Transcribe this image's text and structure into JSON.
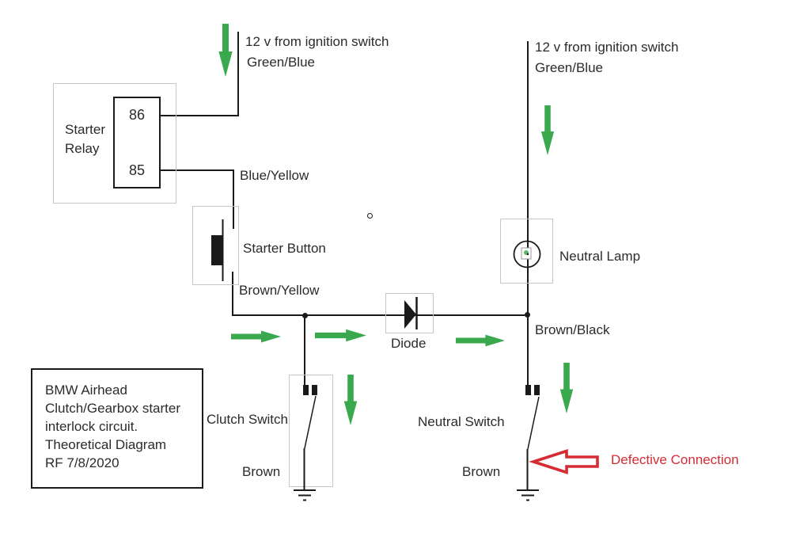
{
  "diagram": {
    "left_supply": {
      "line1": "12 v from ignition switch",
      "line2": "Green/Blue"
    },
    "right_supply": {
      "line1": "12 v from ignition switch",
      "line2": "Green/Blue"
    },
    "relay": {
      "name_line1": "Starter",
      "name_line2": "Relay",
      "pin_top": "86",
      "pin_bottom": "85"
    },
    "labels": {
      "blue_yellow": "Blue/Yellow",
      "starter_button": "Starter Button",
      "brown_yellow": "Brown/Yellow",
      "diode": "Diode",
      "neutral_lamp": "Neutral Lamp",
      "brown_black": "Brown/Black",
      "clutch_switch": "Clutch Switch",
      "neutral_switch": "Neutral Switch",
      "brown_left": "Brown",
      "brown_right": "Brown",
      "defective_connection": "Defective Connection"
    },
    "title_box": {
      "lines": [
        "BMW Airhead",
        "Clutch/Gearbox starter",
        "interlock circuit.",
        "Theoretical Diagram",
        "RF 7/8/2020"
      ]
    },
    "colors": {
      "green": "#3aa94d",
      "red": "#d52c34",
      "wire": "#1a1a1a",
      "box_border": "#c6c6c6",
      "text": "#2b2b2b"
    },
    "icons": [
      "green-down-arrow-icon",
      "green-right-arrow-icon",
      "red-left-arrow-icon",
      "diode-icon",
      "lamp-icon",
      "clutch-switch-icon",
      "neutral-switch-icon",
      "ground-icon"
    ]
  }
}
